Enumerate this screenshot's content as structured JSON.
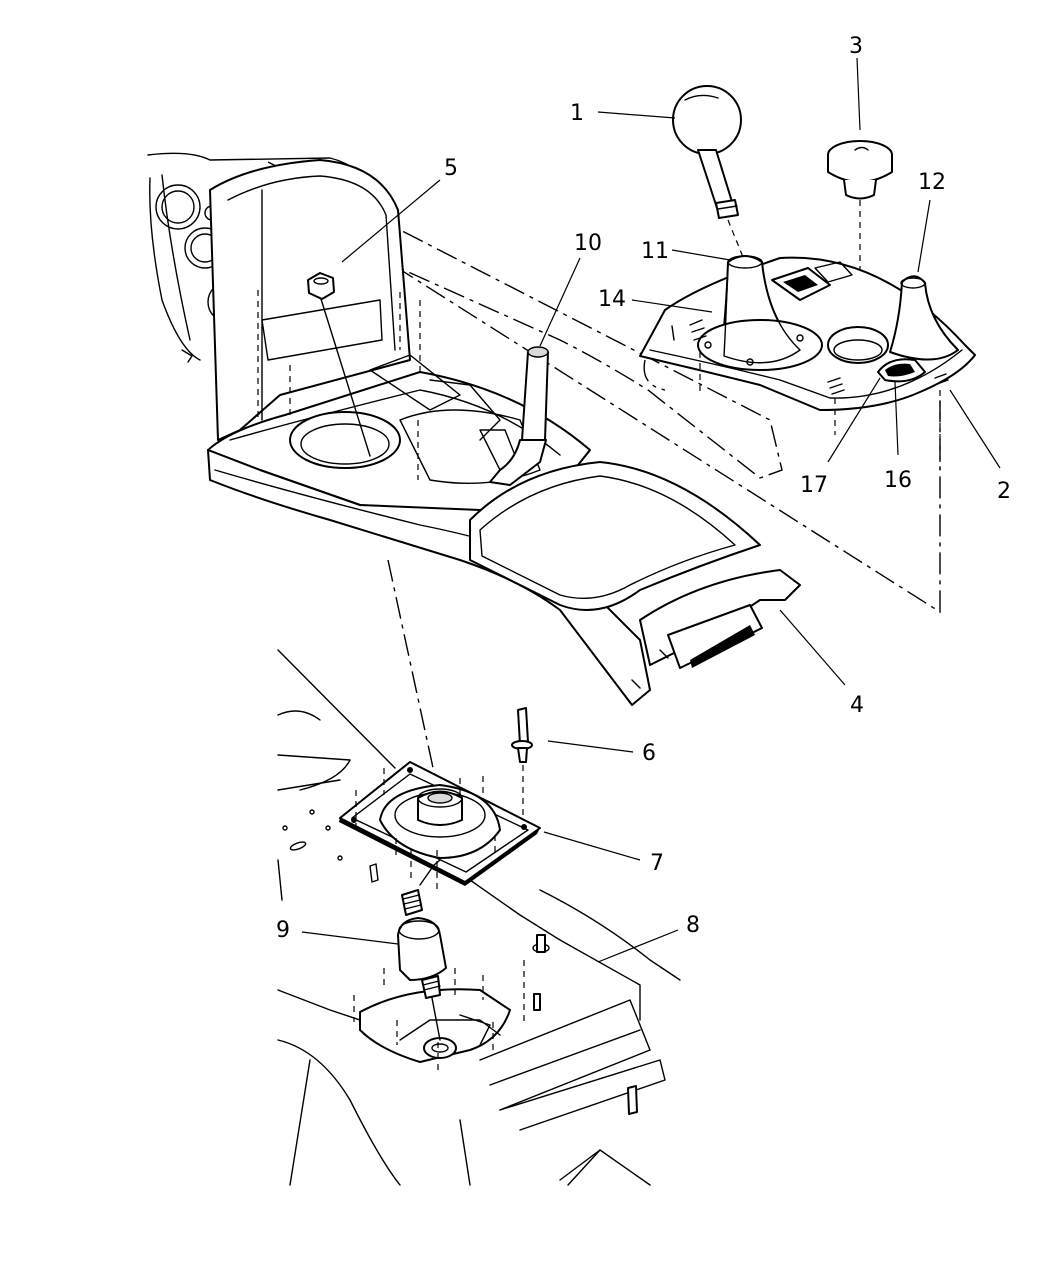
{
  "diagram": {
    "type": "exploded parts diagram",
    "callouts": [
      {
        "id": "c1",
        "label": "1"
      },
      {
        "id": "c2",
        "label": "2"
      },
      {
        "id": "c3",
        "label": "3"
      },
      {
        "id": "c4",
        "label": "4"
      },
      {
        "id": "c5",
        "label": "5"
      },
      {
        "id": "c6",
        "label": "6"
      },
      {
        "id": "c7",
        "label": "7"
      },
      {
        "id": "c8",
        "label": "8"
      },
      {
        "id": "c9",
        "label": "9"
      },
      {
        "id": "c10",
        "label": "10"
      },
      {
        "id": "c11",
        "label": "11"
      },
      {
        "id": "c12",
        "label": "12"
      },
      {
        "id": "c14",
        "label": "14"
      },
      {
        "id": "c16",
        "label": "16"
      },
      {
        "id": "c17",
        "label": "17"
      }
    ]
  }
}
